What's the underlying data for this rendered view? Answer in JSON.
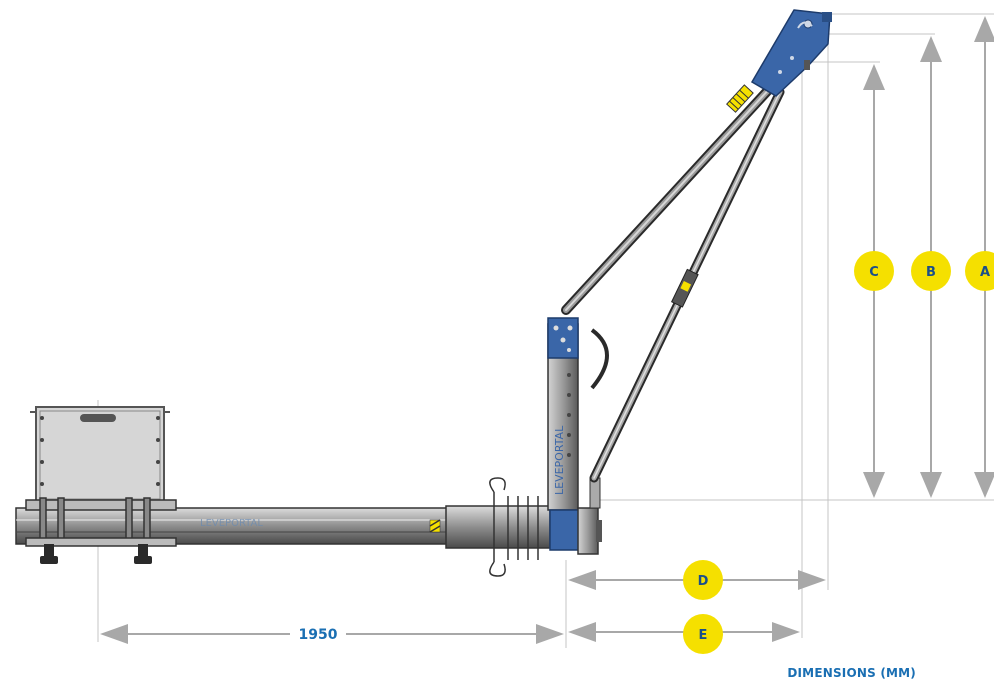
{
  "diagram": {
    "title": "DIMENSIONS (MM)",
    "base_length_label": "1950",
    "brand_text": "LEVEPORTAL",
    "dimension_markers": {
      "A": "A",
      "B": "B",
      "C": "C",
      "D": "D",
      "E": "E"
    },
    "colors": {
      "marker_fill": "#f5e000",
      "accent_blue": "#1a6fb3",
      "steel": "#9a9a9a",
      "arrow_gray": "#a8a8a8"
    }
  }
}
